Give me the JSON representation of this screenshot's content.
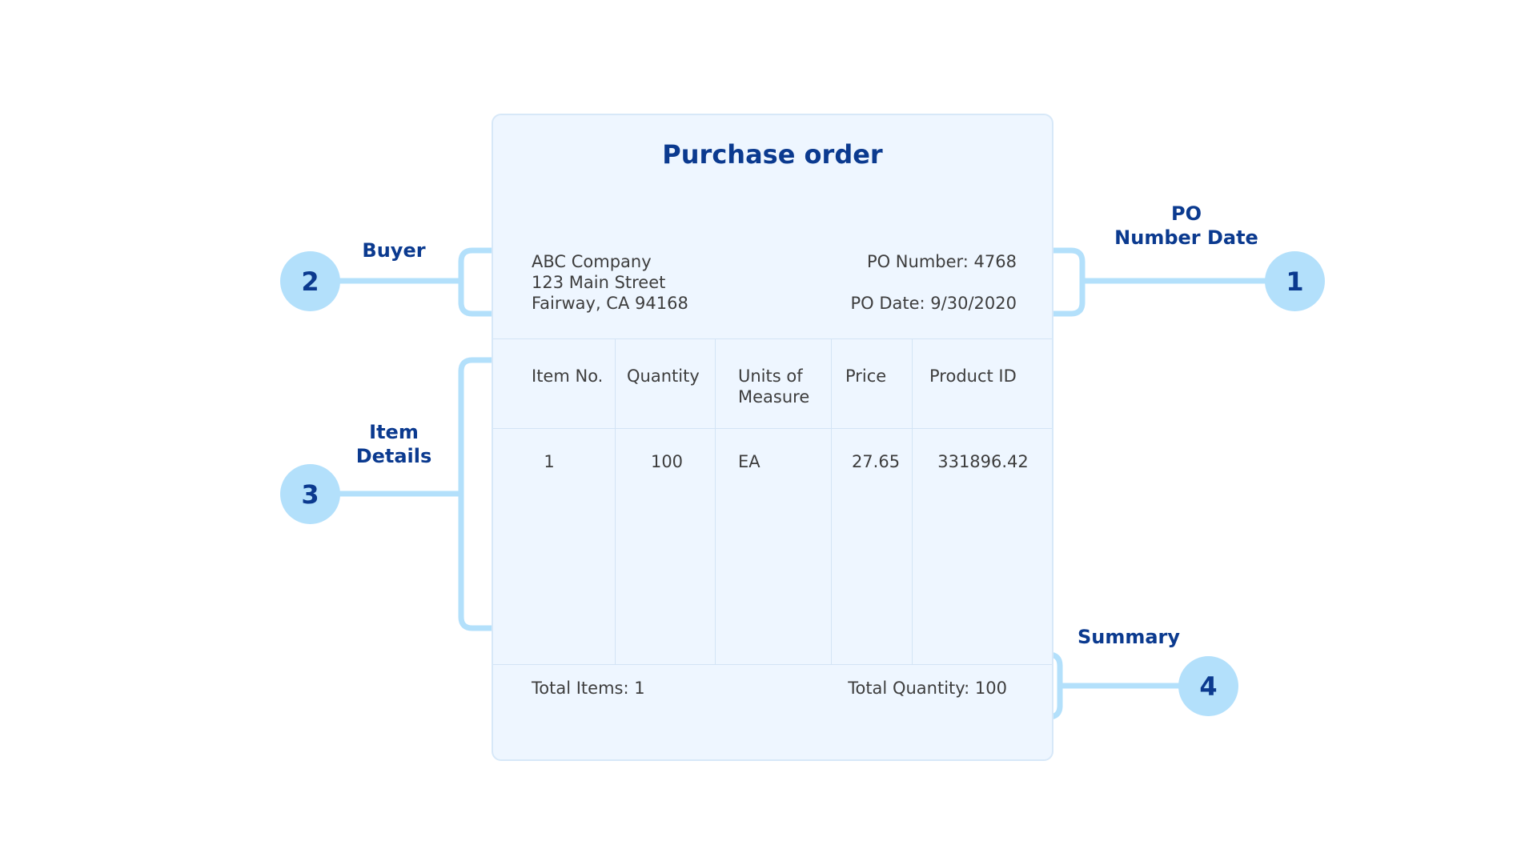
{
  "document": {
    "title": "Purchase order",
    "buyer": {
      "name": "ABC  Company",
      "street": "123 Main Street",
      "city": "Fairway, CA 94168"
    },
    "po_number": "PO Number: 4768",
    "po_date": "PO Date: 9/30/2020",
    "table": {
      "headers": [
        "Item No.",
        "Quantity",
        "Units of\nMeasure",
        "Price",
        "Product ID"
      ],
      "rows": [
        [
          "1",
          "100",
          "EA",
          "27.65",
          "331896.42"
        ]
      ]
    },
    "summary": {
      "total_items": "Total Items: 1",
      "total_quantity": "Total Quantity: 100"
    }
  },
  "callouts": [
    {
      "number": "1",
      "label": "PO\nNumber Date"
    },
    {
      "number": "2",
      "label": "Buyer"
    },
    {
      "number": "3",
      "label": "Item\nDetails"
    },
    {
      "number": "4",
      "label": "Summary"
    }
  ],
  "colors": {
    "accent": "#0b3a8f",
    "badge": "#b3e0fb",
    "card_background": "#eef6ff"
  }
}
